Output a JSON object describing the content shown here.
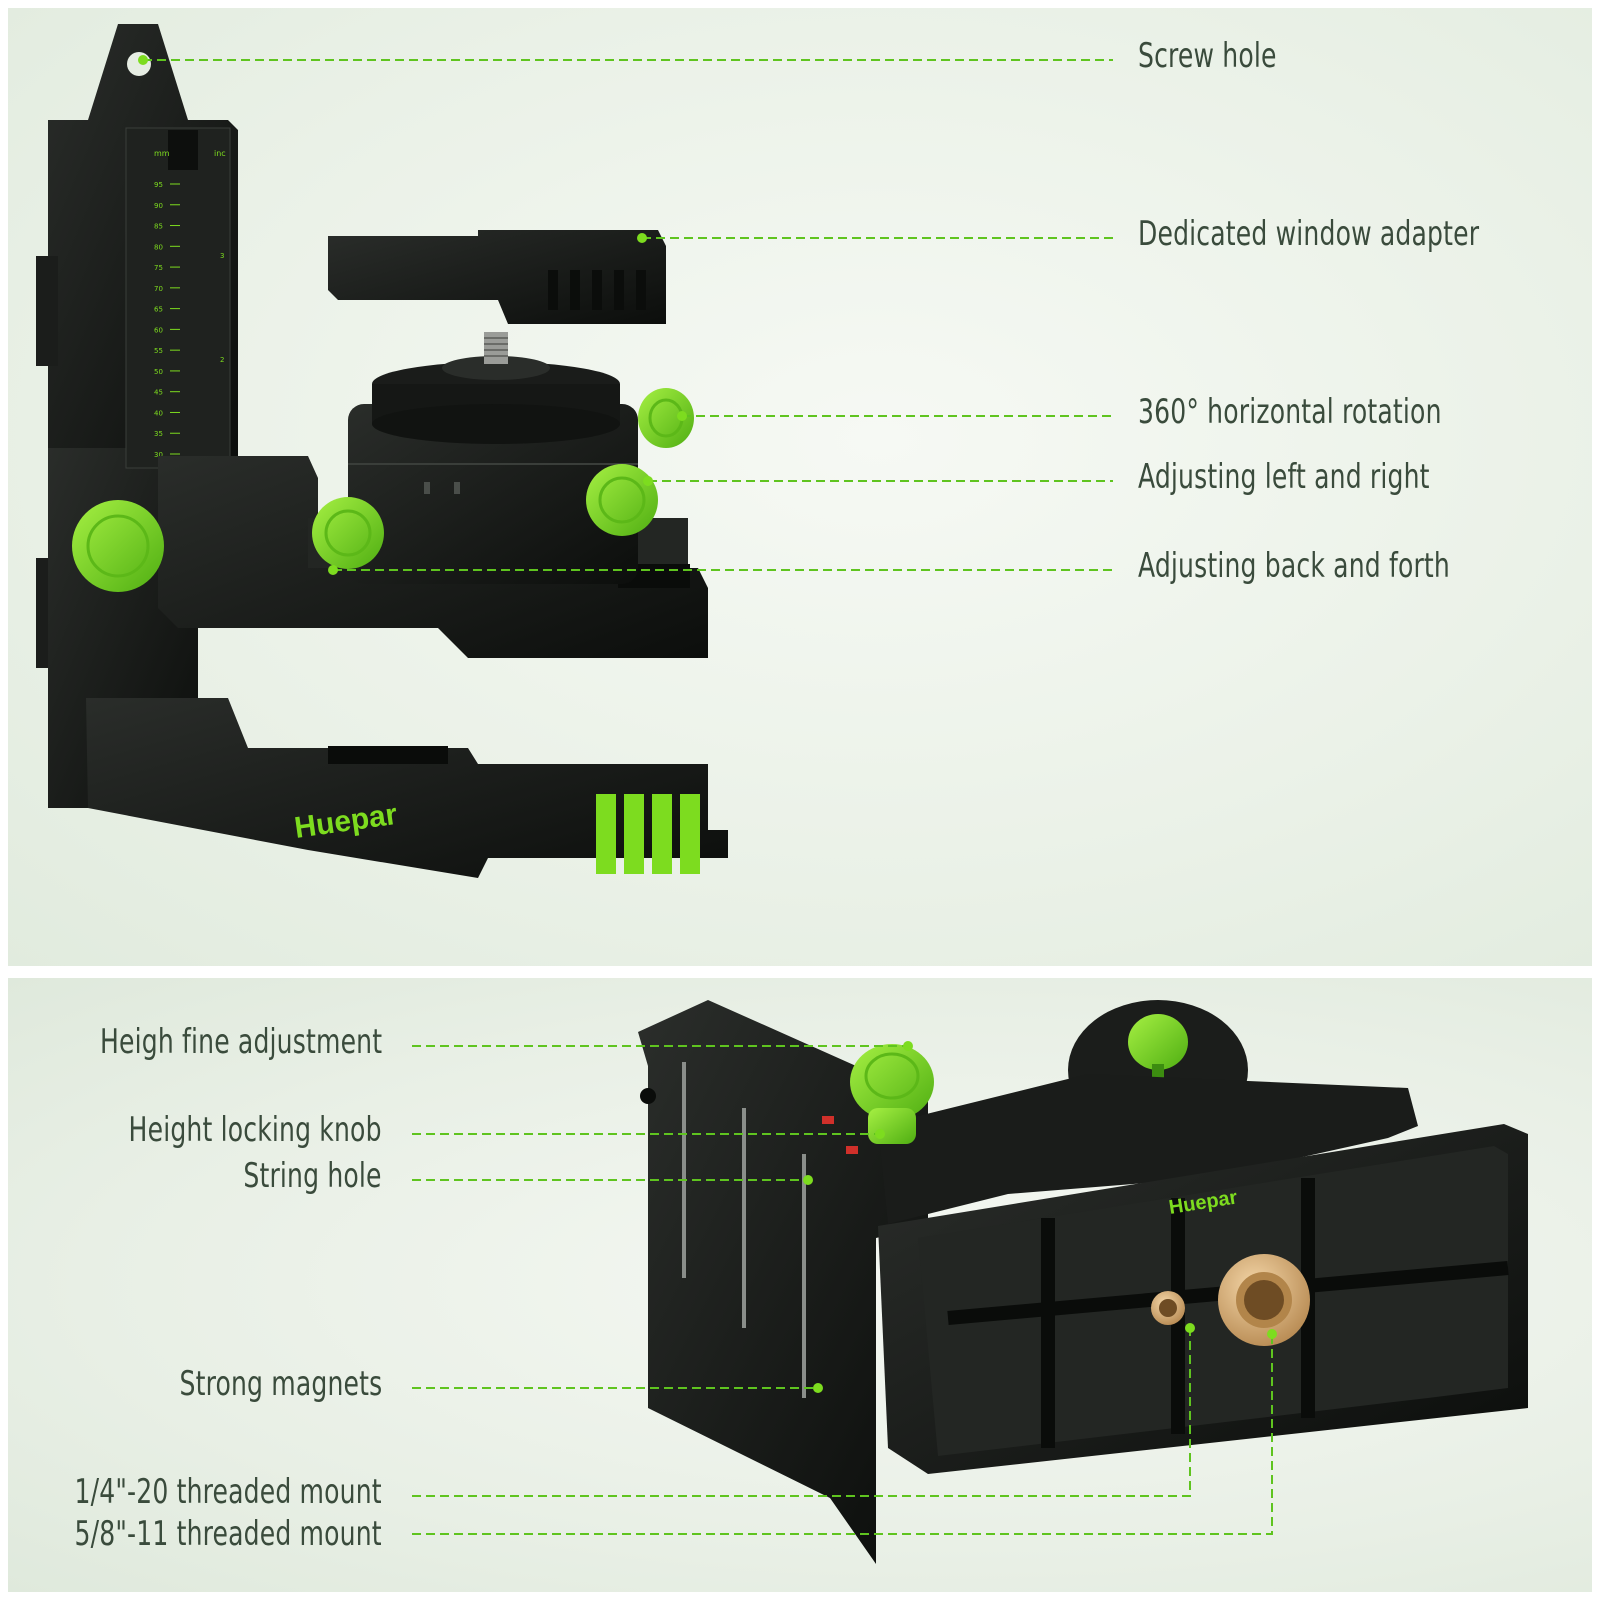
{
  "brand": {
    "name": "Huepar",
    "accent": "#7ddc1f",
    "body": "#161816"
  },
  "top_panel": {
    "callouts": [
      {
        "id": "screw-hole",
        "label": "Screw hole"
      },
      {
        "id": "window-adapter",
        "label": "Dedicated window adapter"
      },
      {
        "id": "horizontal-rotation",
        "label": "360° horizontal rotation"
      },
      {
        "id": "left-right",
        "label": "Adjusting left and right"
      },
      {
        "id": "back-forth",
        "label": "Adjusting back and forth"
      }
    ],
    "scale": {
      "unit_left": "mm",
      "unit_right": "inc",
      "mm_marks": [
        "95",
        "90",
        "85",
        "80",
        "75",
        "70",
        "65",
        "60",
        "55",
        "50",
        "45",
        "40",
        "35",
        "30"
      ],
      "inch_marks": [
        "3",
        "2"
      ]
    }
  },
  "bottom_panel": {
    "callouts": [
      {
        "id": "height-fine",
        "label": "Heigh fine adjustment"
      },
      {
        "id": "height-lock",
        "label": "Height locking knob"
      },
      {
        "id": "string-hole",
        "label": "String hole"
      },
      {
        "id": "magnets",
        "label": "Strong magnets"
      },
      {
        "id": "quarter-mount",
        "label": "1/4\"-20 threaded mount"
      },
      {
        "id": "five-eighth-mount",
        "label": "5/8\"-11 threaded mount"
      }
    ]
  }
}
